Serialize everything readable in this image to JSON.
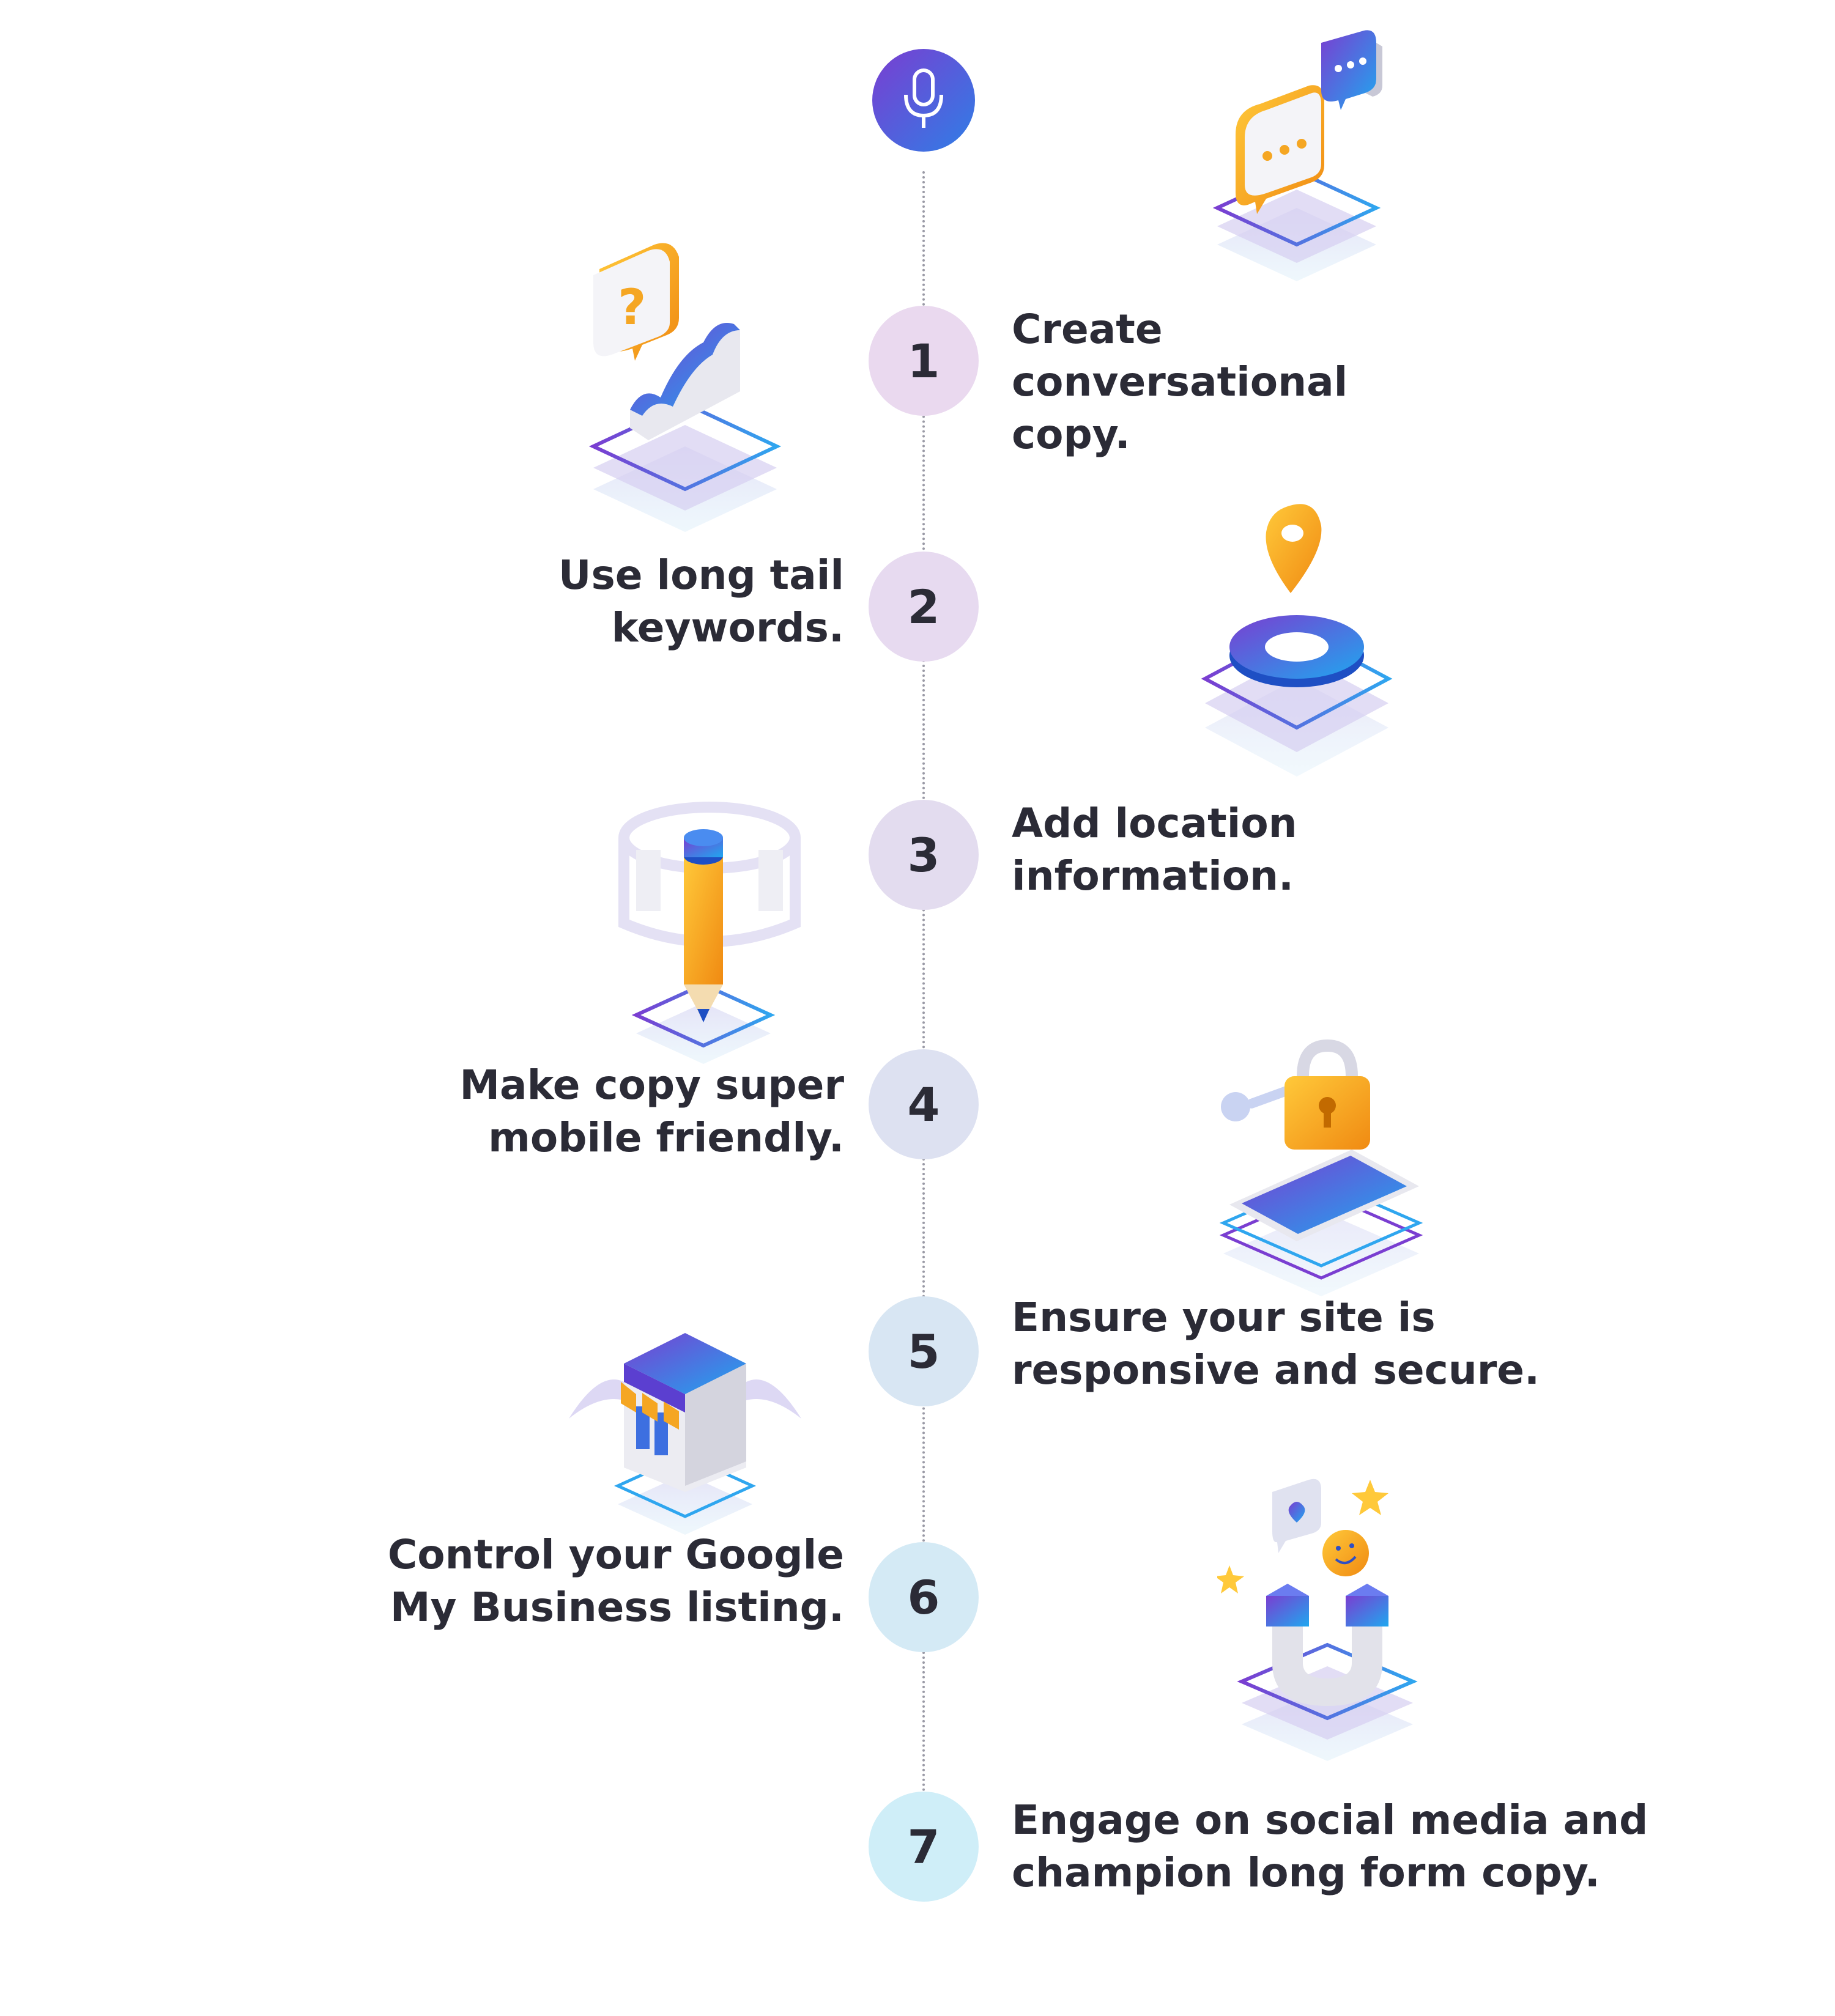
{
  "header": {
    "icon": "microphone-icon"
  },
  "steps": [
    {
      "number": "1",
      "text": "Create\nconversational\ncopy.",
      "side": "right",
      "circle_color": "#ead9ef",
      "illustration": "chat-bubbles-icon"
    },
    {
      "number": "2",
      "text": "Use long tail\nkeywords.",
      "side": "left",
      "circle_color": "#e7daf0",
      "illustration": "question-chart-icon"
    },
    {
      "number": "3",
      "text": "Add location\ninformation.",
      "side": "right",
      "circle_color": "#e3dcef",
      "illustration": "location-pin-icon"
    },
    {
      "number": "4",
      "text": "Make copy super\nmobile friendly.",
      "side": "left",
      "circle_color": "#dde1f1",
      "illustration": "pencil-pages-icon"
    },
    {
      "number": "5",
      "text": "Ensure your site is\nresponsive and secure.",
      "side": "right",
      "circle_color": "#d8e6f3",
      "illustration": "phone-lock-icon"
    },
    {
      "number": "6",
      "text": "Control your Google\nMy Business listing.",
      "side": "left",
      "circle_color": "#d4eaf5",
      "illustration": "storefront-icon"
    },
    {
      "number": "7",
      "text": "Engage on social media and\nchampion long form copy.",
      "side": "right",
      "circle_color": "#cfeef8",
      "illustration": "magnet-social-icon"
    }
  ],
  "colors": {
    "purple": "#7a3ed1",
    "blue": "#2f7ee6",
    "orange": "#f5a623",
    "text": "#2b2b36"
  }
}
